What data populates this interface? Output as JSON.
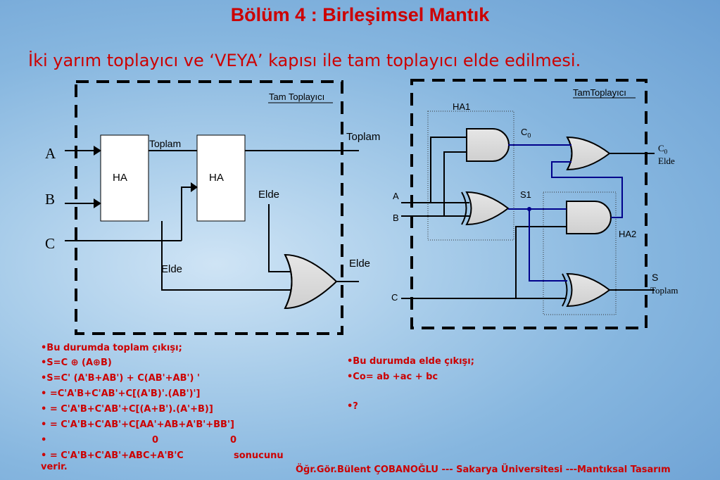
{
  "title": "Bölüm 4 : Birleşimsel Mantık",
  "subtitle": "İki yarım toplayıcı ve ‘VEYA’ kapısı ile tam toplayıcı elde edilmesi.",
  "left_diagram": {
    "box_label": "Tam Toplayıcı",
    "inputs": [
      "A",
      "B",
      "C"
    ],
    "ha1_label": "HA",
    "ha2_label": "HA",
    "toplam_inner": "Toplam",
    "toplam_out": "Toplam",
    "elde_mid": "Elde",
    "elde_low": "Elde",
    "elde_out": "Elde"
  },
  "right_diagram": {
    "box_label": "TamToplayıcı",
    "ha1": "HA1",
    "ha2": "HA2",
    "c0_mid": "C",
    "c0_mid_sub": "0",
    "s1": "S1",
    "a": "A",
    "b": "B",
    "c": "C",
    "c0_out": "C",
    "c0_out_sub": "0",
    "elde": "Elde",
    "s": "S",
    "toplam": "Toplam"
  },
  "left_text": [
    "•Bu durumda toplam çıkışı;",
    "•S=C ⊕ (A⊕B)",
    "•S=C' (A'B+AB') + C(AB'+AB') '",
    "•  =C'A'B+C'AB'+C[(A'B)'.(AB')']",
    "•  = C'A'B+C'AB'+C[(A+B').(A'+B)]",
    "•  = C'A'B+C'AB'+C[AA'+AB+A'B'+BB']",
    "•",
    "0",
    "0",
    "• = C'A'B+C'AB'+ABC+A'B'C",
    "sonucunu",
    "verir."
  ],
  "right_text": [
    "•Bu durumda elde çıkışı;",
    "•Co= ab +ac + bc",
    "•?"
  ],
  "footer": "Öğr.Gör.Bülent ÇOBANOĞLU --- Sakarya Üniversitesi ---Mantıksal Tasarım"
}
